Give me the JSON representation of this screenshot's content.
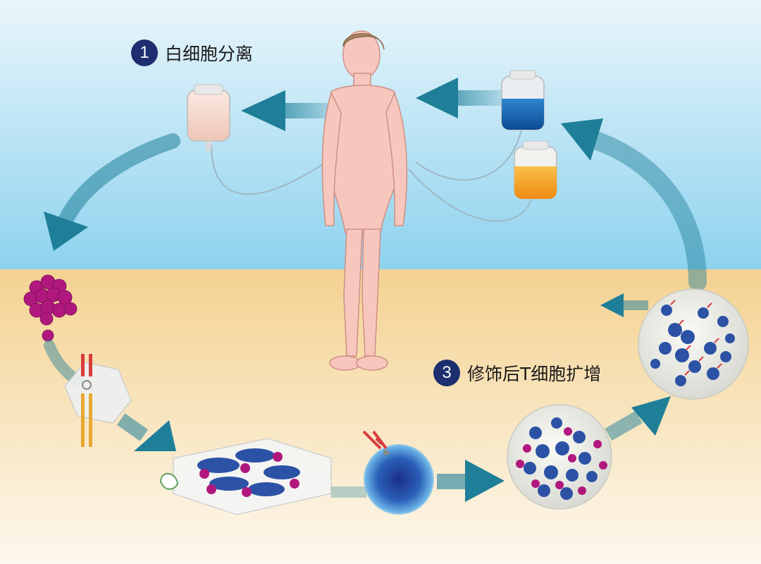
{
  "steps": [
    {
      "number": "1",
      "label": "白细胞分离"
    },
    {
      "number": "3",
      "label": "修饰后T细胞扩增"
    }
  ],
  "colors": {
    "sky_top": "#e9f5fb",
    "sky_bottom": "#8fd3ef",
    "ground_top": "#f5d393",
    "ground_bottom": "#fdf7ec",
    "arrow": "#1f7f99",
    "badge": "#1d2f6f",
    "skin": "#f7c7bd",
    "hair": "#a88561",
    "magenta_cell": "#b0187e",
    "t_cell_blue": "#2c52a6",
    "bag_blue": "#1566b3",
    "bag_orange": "#f3a624",
    "bag_pink": "#f3d6cb",
    "receptor_red": "#d83d3d",
    "receptor_gold": "#e8a832"
  }
}
